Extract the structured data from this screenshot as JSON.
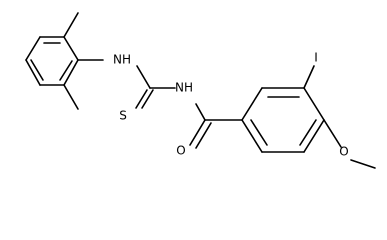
{
  "molecule": {
    "atoms": {
      "nh_left": "NH",
      "nh_right": "NH",
      "sulfur": "S",
      "oxygen_carbonyl": "O",
      "iodine": "I",
      "oxygen_methoxy": "O"
    }
  }
}
